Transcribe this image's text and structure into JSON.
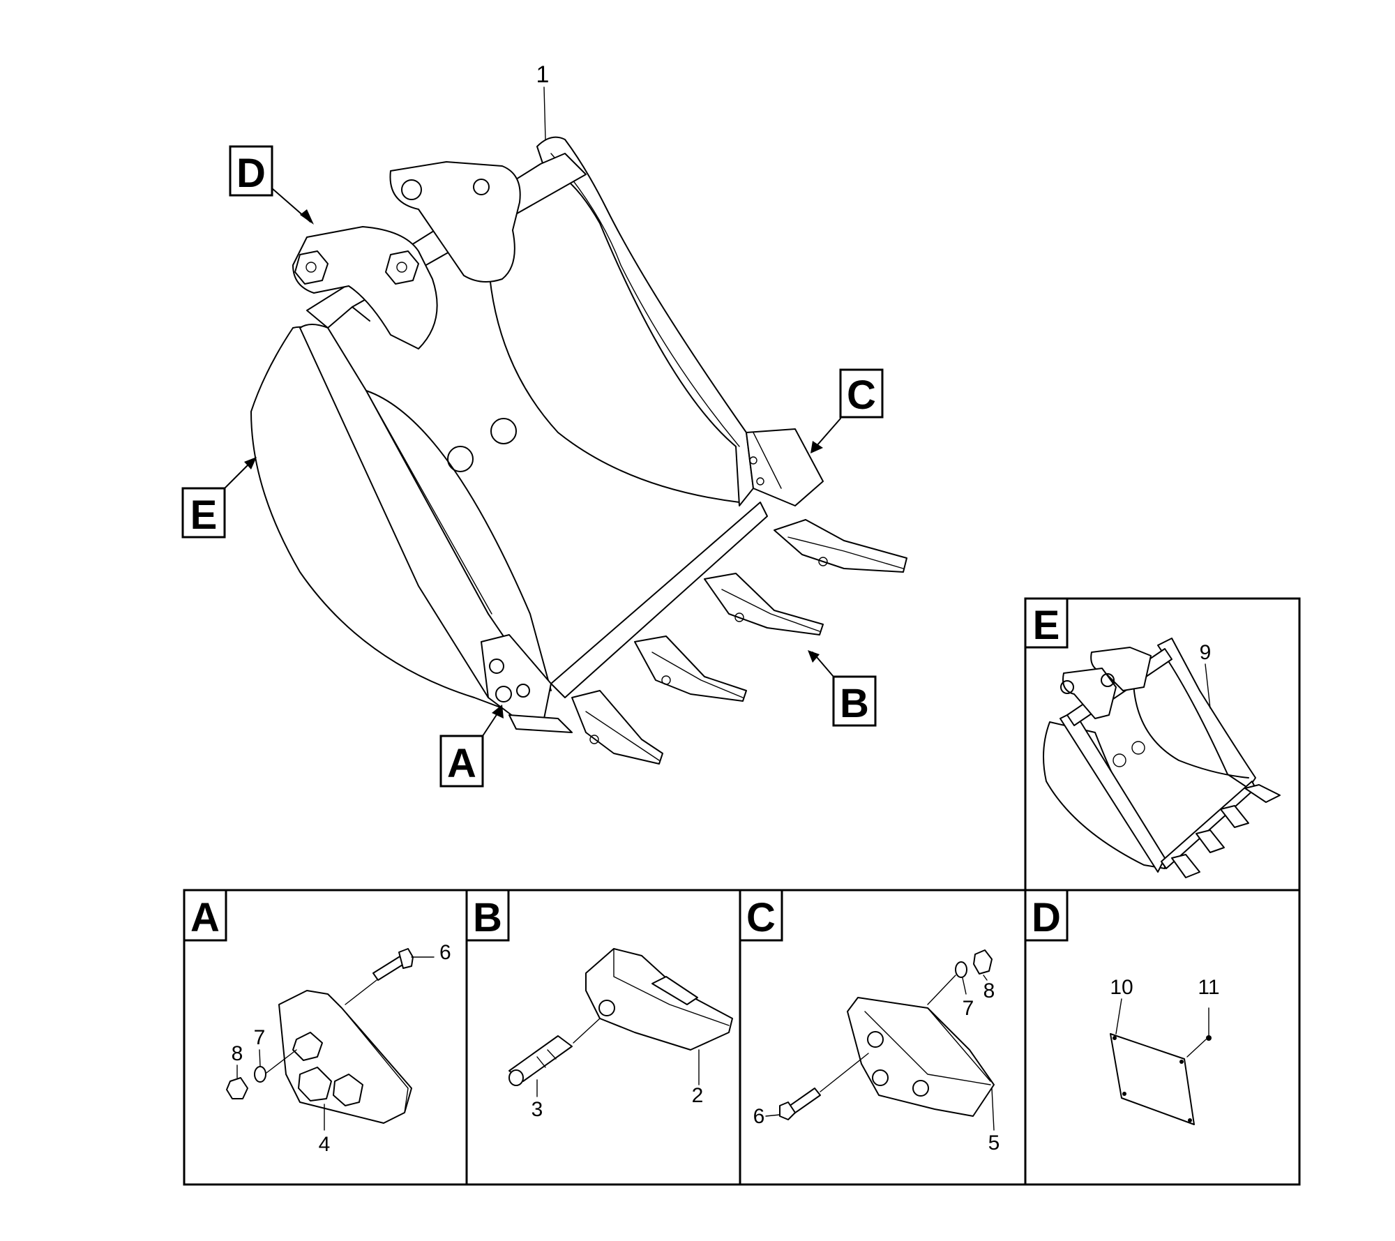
{
  "detail_labels": {
    "A": "A",
    "B": "B",
    "C": "C",
    "D": "D",
    "E": "E"
  },
  "part_numbers": {
    "p1": "1",
    "p2": "2",
    "p3": "3",
    "p4": "4",
    "p5": "5",
    "p6_a": "6",
    "p6_c": "6",
    "p7_a": "7",
    "p7_c": "7",
    "p8_a": "8",
    "p8_c": "8",
    "p9": "9",
    "p10": "10",
    "p11": "11"
  }
}
